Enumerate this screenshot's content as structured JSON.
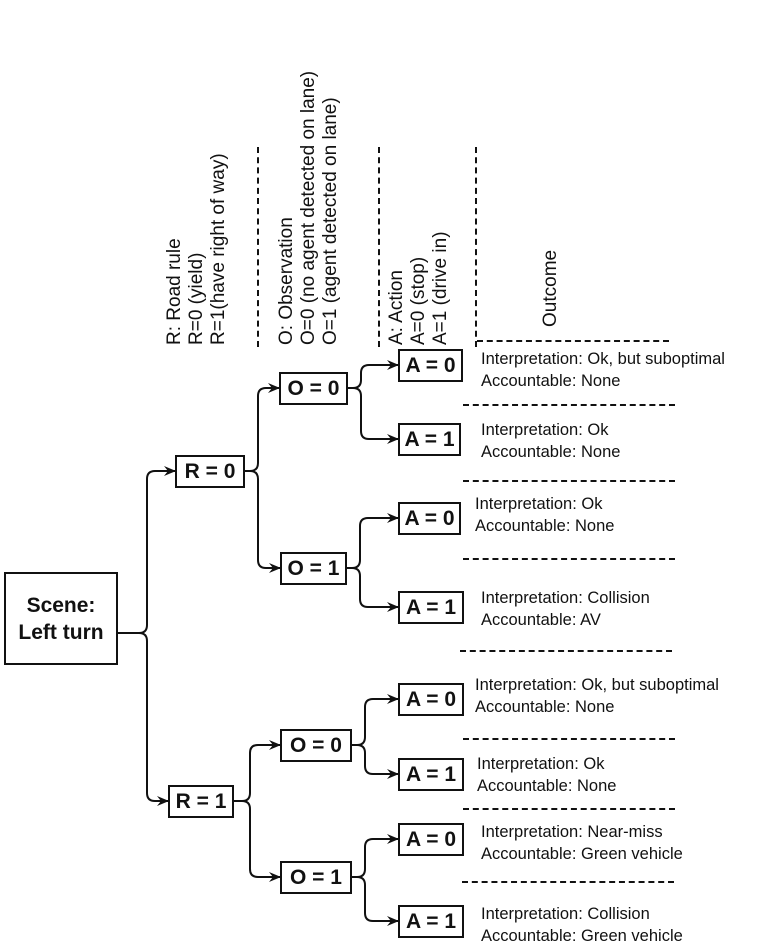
{
  "headers": {
    "road_rule": [
      "R: Road rule",
      "R=0 (yield)",
      "R=1(have right of way)"
    ],
    "observation": [
      "O: Observation",
      "O=0 (no agent detected on lane)",
      "O=1 (agent detected on lane)"
    ],
    "action": [
      "A: Action",
      "A=0 (stop)",
      "A=1  (drive in)"
    ],
    "outcome": "Outcome"
  },
  "scene": {
    "line1": "Scene:",
    "line2": "Left turn"
  },
  "rule_nodes": [
    "R = 0",
    "R = 1"
  ],
  "observation_nodes": [
    "O = 0",
    "O = 1",
    "O = 0",
    "O = 1"
  ],
  "action_nodes": [
    "A = 0",
    "A = 1",
    "A = 0",
    "A = 1",
    "A = 0",
    "A = 1",
    "A = 0",
    "A = 1"
  ],
  "outcomes": [
    {
      "interpretation": "Interpretation: Ok, but suboptimal",
      "accountable": "Accountable: None"
    },
    {
      "interpretation": "Interpretation: Ok",
      "accountable": "Accountable: None"
    },
    {
      "interpretation": "Interpretation: Ok",
      "accountable": "Accountable: None"
    },
    {
      "interpretation": "Interpretation: Collision",
      "accountable": "Accountable: AV"
    },
    {
      "interpretation": "Interpretation: Ok, but suboptimal",
      "accountable": "Accountable: None"
    },
    {
      "interpretation": "Interpretation: Ok",
      "accountable": "Accountable: None"
    },
    {
      "interpretation": "Interpretation: Near-miss",
      "accountable": "Accountable: Green vehicle"
    },
    {
      "interpretation": "Interpretation: Collision",
      "accountable": "Accountable: Green vehicle"
    }
  ],
  "colors": {
    "stroke": "#111111",
    "background": "#ffffff"
  }
}
